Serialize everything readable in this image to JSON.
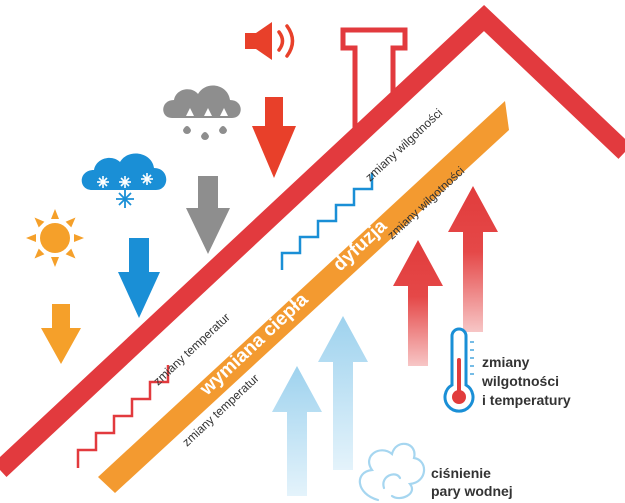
{
  "labels": {
    "temp_outer": "zmiany temperatur",
    "temp_inner": "zmiany temperatur",
    "humidity_outer": "zmiany wilgotności",
    "humidity_inner": "zmiany wilgotności",
    "heat_exchange": "wymiana ciepła",
    "diffusion": "dyfuzja",
    "thermo_line1": "zmiany",
    "thermo_line2": "wilgotności",
    "thermo_line3": "i temperatury",
    "vapor_line1": "ciśnienie",
    "vapor_line2": "pary wodnej"
  },
  "icons": [
    "sun-icon",
    "snow-cloud-icon",
    "rain-cloud-icon",
    "speaker-icon",
    "thermometer-icon",
    "steam-icon"
  ],
  "colors": {
    "roof": "#e23a3e",
    "band": "#f39a30",
    "sun": "#f5a02a",
    "blue": "#1a8fd6",
    "grey": "#8e8e8e",
    "red_arrow": "#e8402a",
    "warm_arrow": "#e54848",
    "light_blue": "#a6d6f0",
    "text_dark": "#333333"
  }
}
